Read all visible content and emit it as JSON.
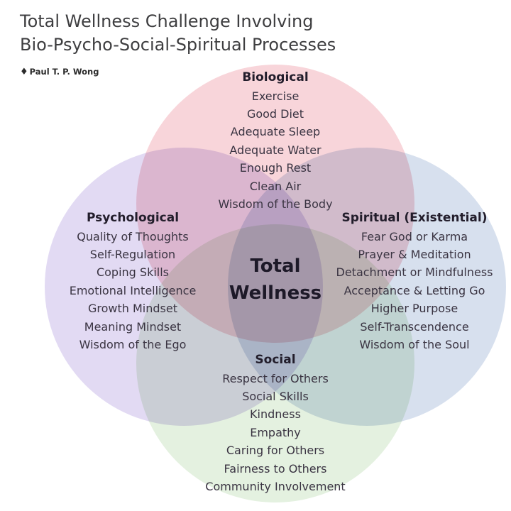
{
  "title": {
    "line1": "Total Wellness Challenge Involving",
    "line2": "Bio-Psycho-Social-Spiritual Processes"
  },
  "attribution": {
    "icon": "♦",
    "name": "Paul T. P. Wong"
  },
  "center": {
    "line1": "Total",
    "line2": "Wellness"
  },
  "domains": [
    {
      "label": "Biological",
      "color": "#f8d0d5",
      "items": [
        "Exercise",
        "Good Diet",
        "Adequate Sleep",
        "Adequate Water",
        "Enough Rest",
        "Clean Air",
        "Wisdom of the Body"
      ]
    },
    {
      "label": "Psychological",
      "color": "#ded5f2",
      "items": [
        "Quality of Thoughts",
        "Self-Regulation",
        "Coping Skills",
        "Emotional Intelligence",
        "Growth Mindset",
        "Meaning Mindset",
        "Wisdom of the Ego"
      ]
    },
    {
      "label": "Spiritual (Existential)",
      "color": "#d2dcec",
      "items": [
        "Fear God or Karma",
        "Prayer & Meditation",
        "Detachment or Mindfulness",
        "Acceptance & Letting Go",
        "Higher Purpose",
        "Self-Transcendence",
        "Wisdom of the Soul"
      ]
    },
    {
      "label": "Social",
      "color": "#e1efdc",
      "items": [
        "Respect for Others",
        "Social Skills",
        "Kindness",
        "Empathy",
        "Caring for Others",
        "Fairness to Others",
        "Community Involvement"
      ]
    }
  ]
}
